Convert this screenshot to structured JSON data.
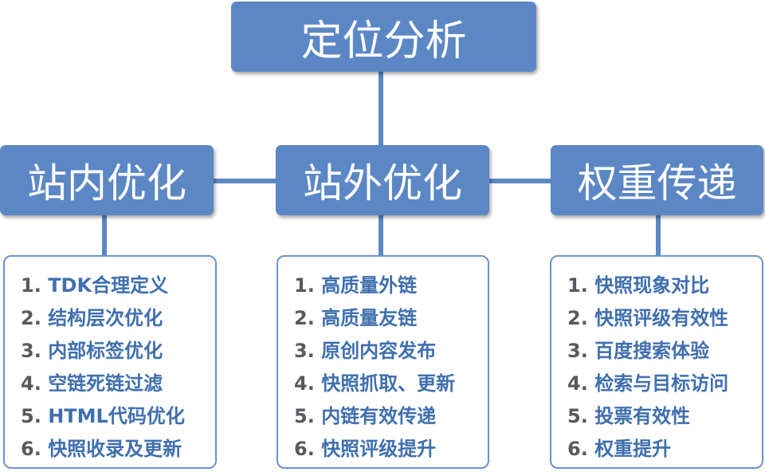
{
  "root": {
    "title": "定位分析"
  },
  "branches": [
    {
      "title": "站内优化",
      "items": [
        {
          "num": "1.",
          "text": "TDK合理定义"
        },
        {
          "num": "2.",
          "text": "结构层次优化"
        },
        {
          "num": "3.",
          "text": "内部标签优化"
        },
        {
          "num": "4.",
          "text": "空链死链过滤"
        },
        {
          "num": "5.",
          "text": "HTML代码优化"
        },
        {
          "num": "6.",
          "text": "快照收录及更新"
        }
      ]
    },
    {
      "title": "站外优化",
      "items": [
        {
          "num": "1.",
          "text": "高质量外链"
        },
        {
          "num": "2.",
          "text": "高质量友链"
        },
        {
          "num": "3.",
          "text": "原创内容发布"
        },
        {
          "num": "4.",
          "text": "快照抓取、更新"
        },
        {
          "num": "5.",
          "text": "内链有效传递"
        },
        {
          "num": "6.",
          "text": "快照评级提升"
        }
      ]
    },
    {
      "title": "权重传递",
      "items": [
        {
          "num": "1.",
          "text": "快照现象对比"
        },
        {
          "num": "2.",
          "text": "快照评级有效性"
        },
        {
          "num": "3.",
          "text": "百度搜索体验"
        },
        {
          "num": "4.",
          "text": "检索与目标访问"
        },
        {
          "num": "5.",
          "text": "投票有效性"
        },
        {
          "num": "6.",
          "text": "权重提升"
        }
      ]
    }
  ],
  "colors": {
    "box_fill": "#5b87c5",
    "panel_border": "#6b93c9",
    "item_text": "#3f6fae",
    "number_text": "#555a60"
  }
}
